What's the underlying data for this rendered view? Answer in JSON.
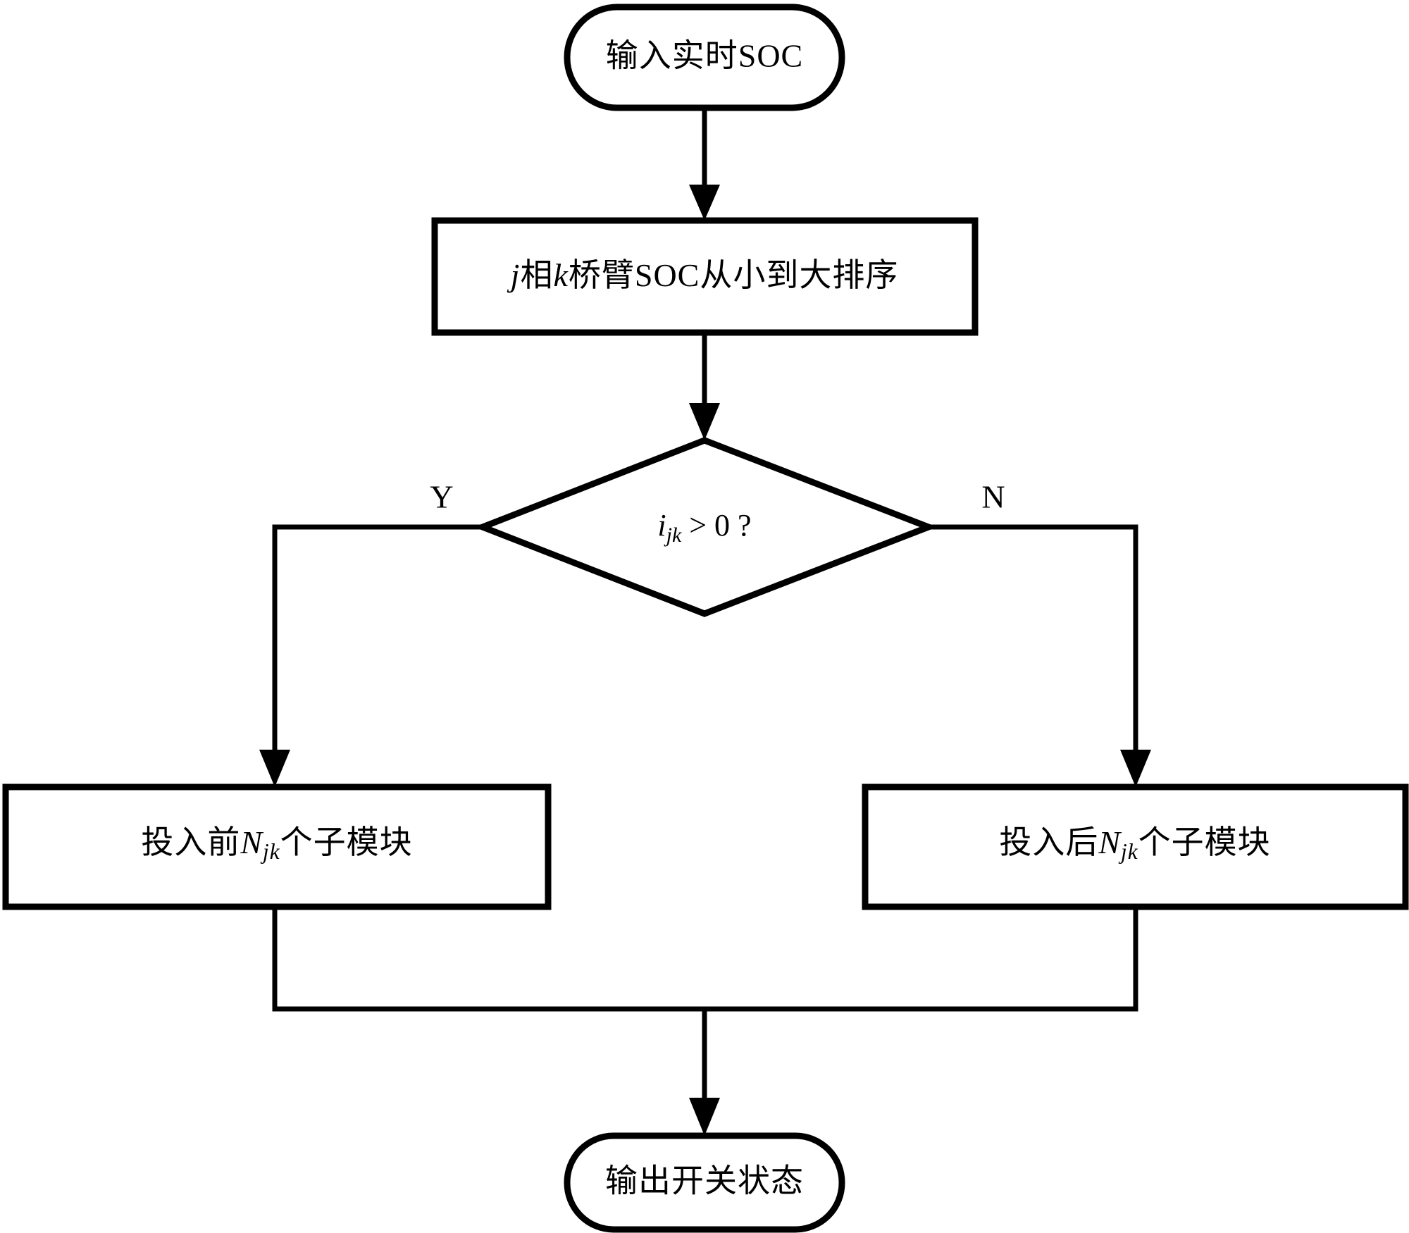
{
  "diagram": {
    "type": "flowchart",
    "title": "SOC balancing submodule selection flowchart",
    "orientation": "top-to-bottom",
    "background_color": "#ffffff",
    "line_color": "#000000",
    "text_color": "#000000"
  },
  "nodes": [
    {
      "id": "start",
      "shape": "terminal",
      "label": "输入实时SOC",
      "label_parts": [
        {
          "text": "输入实时SOC",
          "style": "normal"
        }
      ]
    },
    {
      "id": "sort",
      "shape": "process",
      "label": "j相k桥臂SOC从小到大排序",
      "label_parts": [
        {
          "text": "j",
          "style": "italic"
        },
        {
          "text": "相",
          "style": "normal"
        },
        {
          "text": "k",
          "style": "italic"
        },
        {
          "text": "桥臂SOC从小到大排序",
          "style": "normal"
        }
      ]
    },
    {
      "id": "decision",
      "shape": "decision",
      "label": "ijk > 0 ?",
      "label_parts": [
        {
          "text": "i",
          "style": "italic"
        },
        {
          "text": "jk",
          "style": "subscript-italic"
        },
        {
          "text": " > 0 ?",
          "style": "normal"
        }
      ]
    },
    {
      "id": "branch-yes",
      "shape": "process",
      "label": "投入前Njk个子模块",
      "label_parts": [
        {
          "text": "投入前",
          "style": "normal"
        },
        {
          "text": "N",
          "style": "italic"
        },
        {
          "text": "jk",
          "style": "subscript-italic"
        },
        {
          "text": "个子模块",
          "style": "normal"
        }
      ]
    },
    {
      "id": "branch-no",
      "shape": "process",
      "label": "投入后Njk个子模块",
      "label_parts": [
        {
          "text": "投入后",
          "style": "normal"
        },
        {
          "text": "N",
          "style": "italic"
        },
        {
          "text": "jk",
          "style": "subscript-italic"
        },
        {
          "text": "个子模块",
          "style": "normal"
        }
      ]
    },
    {
      "id": "end",
      "shape": "terminal",
      "label": "输出开关状态",
      "label_parts": [
        {
          "text": "输出开关状态",
          "style": "normal"
        }
      ]
    }
  ],
  "edges": [
    {
      "id": "e1",
      "from": "start",
      "to": "sort",
      "label": "",
      "arrow": true
    },
    {
      "id": "e2",
      "from": "sort",
      "to": "decision",
      "label": "",
      "arrow": true
    },
    {
      "id": "e3",
      "from": "decision",
      "to": "branch-yes",
      "label": "Y",
      "arrow": true,
      "side": "left"
    },
    {
      "id": "e4",
      "from": "decision",
      "to": "branch-no",
      "label": "N",
      "arrow": true,
      "side": "right"
    },
    {
      "id": "e5",
      "from": "branch-yes",
      "to": "end",
      "label": "",
      "arrow": true
    },
    {
      "id": "e6",
      "from": "branch-no",
      "to": "end",
      "label": "",
      "arrow": true
    }
  ],
  "branch_labels": {
    "yes": "Y",
    "no": "N"
  }
}
